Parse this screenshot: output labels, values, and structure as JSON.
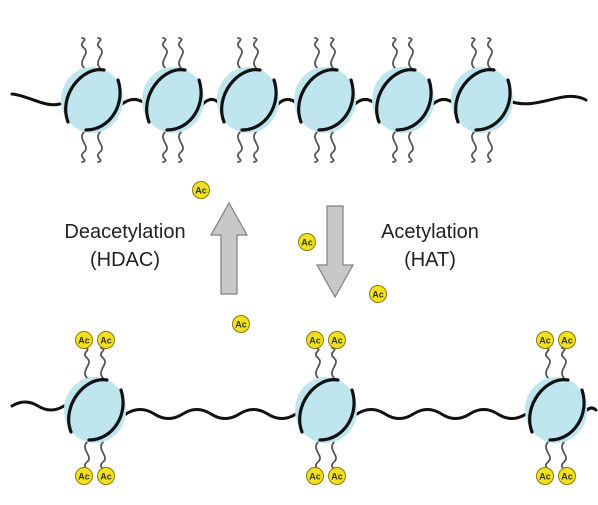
{
  "labels": {
    "deacetylation_title": "Deacetylation",
    "deacetylation_enzyme": "(HDAC)",
    "acetylation_title": "Acetylation",
    "acetylation_enzyme": "(HAT)",
    "acetyl_mark": "Ac"
  },
  "colors": {
    "histone_fill": "#bfe6ef",
    "dna": "#111111",
    "tail": "#555555",
    "acetyl_fill": "#f0e020",
    "acetyl_stroke": "#8a7d00",
    "arrow_fill": "#c8c8c8",
    "arrow_stroke": "#808080"
  },
  "top_state": {
    "description_visible": false,
    "nucleosome_count": 6
  },
  "bottom_state": {
    "nucleosome_count": 3,
    "acetyl_groups_per_nucleosome": 4
  },
  "free_acetyl_groups": 4
}
